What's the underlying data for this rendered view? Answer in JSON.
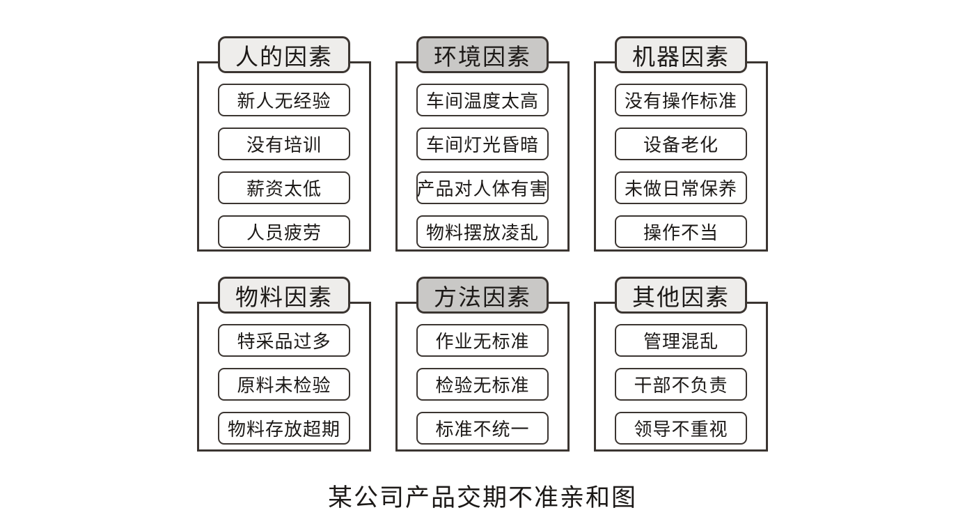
{
  "title": "某公司产品交期不准亲和图",
  "colors": {
    "border": "#3b3531",
    "header_light": "#eeedeb",
    "header_dark": "#c9c8c6",
    "background": "#ffffff",
    "text": "#1c1917"
  },
  "groups": [
    {
      "label": "人的因素",
      "tone": "light",
      "items": [
        "新人无经验",
        "没有培训",
        "薪资太低",
        "人员疲劳"
      ]
    },
    {
      "label": "环境因素",
      "tone": "dark",
      "items": [
        "车间温度太高",
        "车间灯光昏暗",
        "产品对人体有害",
        "物料摆放凌乱"
      ]
    },
    {
      "label": "机器因素",
      "tone": "light",
      "items": [
        "没有操作标准",
        "设备老化",
        "未做日常保养",
        "操作不当"
      ]
    },
    {
      "label": "物料因素",
      "tone": "light",
      "items": [
        "特采品过多",
        "原料未检验",
        "物料存放超期"
      ]
    },
    {
      "label": "方法因素",
      "tone": "dark",
      "items": [
        "作业无标准",
        "检验无标准",
        "标准不统一"
      ]
    },
    {
      "label": "其他因素",
      "tone": "light",
      "items": [
        "管理混乱",
        "干部不负责",
        "领导不重视"
      ]
    }
  ],
  "rows": [
    [
      0,
      1,
      2
    ],
    [
      3,
      4,
      5
    ]
  ]
}
